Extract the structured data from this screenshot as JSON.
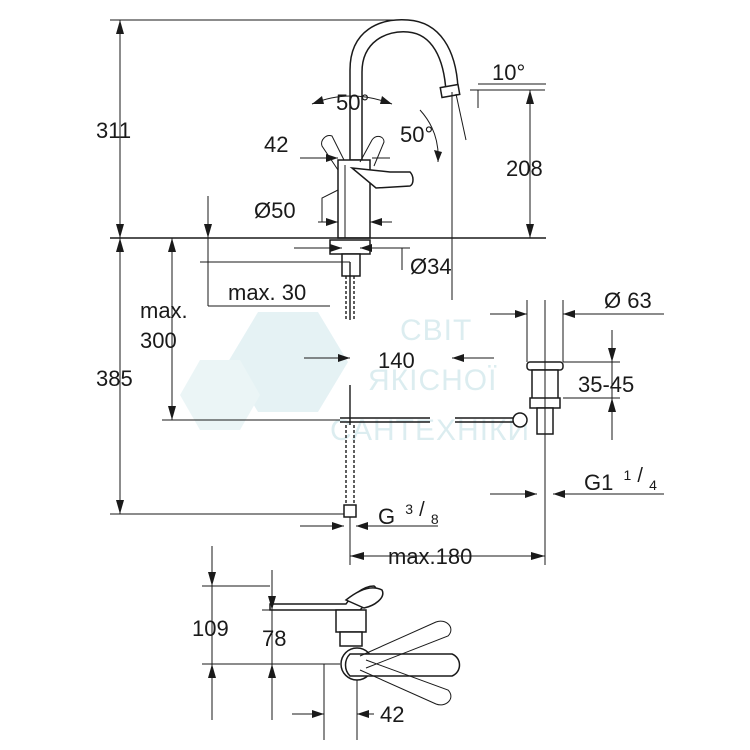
{
  "watermark": {
    "lines": [
      "СВІТ",
      "ЯКІСНОЇ",
      "САНТЕХНІКИ"
    ],
    "color": "#d9ecef"
  },
  "dimensions": {
    "overall_height": "311",
    "below_deck": "385",
    "spout_angle": "10°",
    "handle_angle_top": "50°",
    "handle_angle_side": "50°",
    "handle_offset": "42",
    "spout_height": "208",
    "base_diameter": "Ø50",
    "hole_diameter": "Ø34",
    "deck_thickness": "max. 30",
    "hose_max_label": "max.",
    "hose_max_value": "300",
    "reach": "140",
    "waste_diameter": "Ø 63",
    "waste_range": "35-45",
    "waste_thread_main": "G1",
    "waste_thread_num": "1",
    "waste_thread_den": "4",
    "connection_thread_main": "G",
    "connection_thread_num": "3",
    "connection_thread_den": "8",
    "max_distance": "max.180",
    "plan_height": "109",
    "plan_offset": "78",
    "plan_handle": "42"
  },
  "colors": {
    "line": "#1a1a1a",
    "background": "#ffffff"
  }
}
